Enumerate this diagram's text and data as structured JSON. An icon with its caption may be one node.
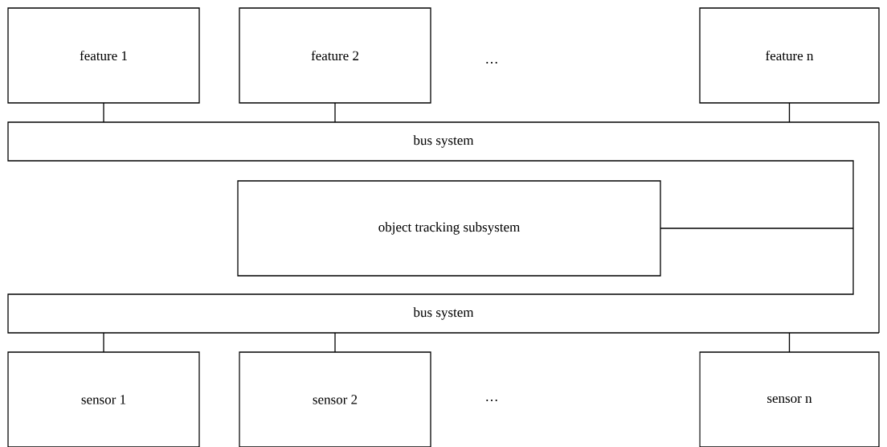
{
  "diagram": {
    "nodes": [
      {
        "text": [
          "feature 1"
        ]
      },
      {
        "text": [
          "feature 2"
        ]
      },
      {
        "text": [
          "feature n"
        ]
      },
      {
        "text": [
          "bus system"
        ]
      },
      {
        "text": [
          "object tracking subsystem"
        ]
      },
      {
        "text": [
          "bus system"
        ]
      },
      {
        "text": [
          "sensor 1"
        ]
      },
      {
        "text": [
          "sensor 2"
        ]
      },
      {
        "text": [
          "sensor n"
        ]
      }
    ],
    "edges": [
      {
        "from": 0,
        "to": 3,
        "arrow": "none"
      },
      {
        "from": 1,
        "to": 3,
        "arrow": "none"
      },
      {
        "from": 2,
        "to": 3,
        "arrow": "none"
      },
      {
        "from": 4,
        "to": 3,
        "arrow": "none"
      },
      {
        "from": 5,
        "to": 6,
        "arrow": "none"
      },
      {
        "from": 5,
        "to": 7,
        "arrow": "none"
      },
      {
        "from": 5,
        "to": 8,
        "arrow": "none"
      }
    ],
    "labels": [
      "…",
      "…"
    ]
  }
}
